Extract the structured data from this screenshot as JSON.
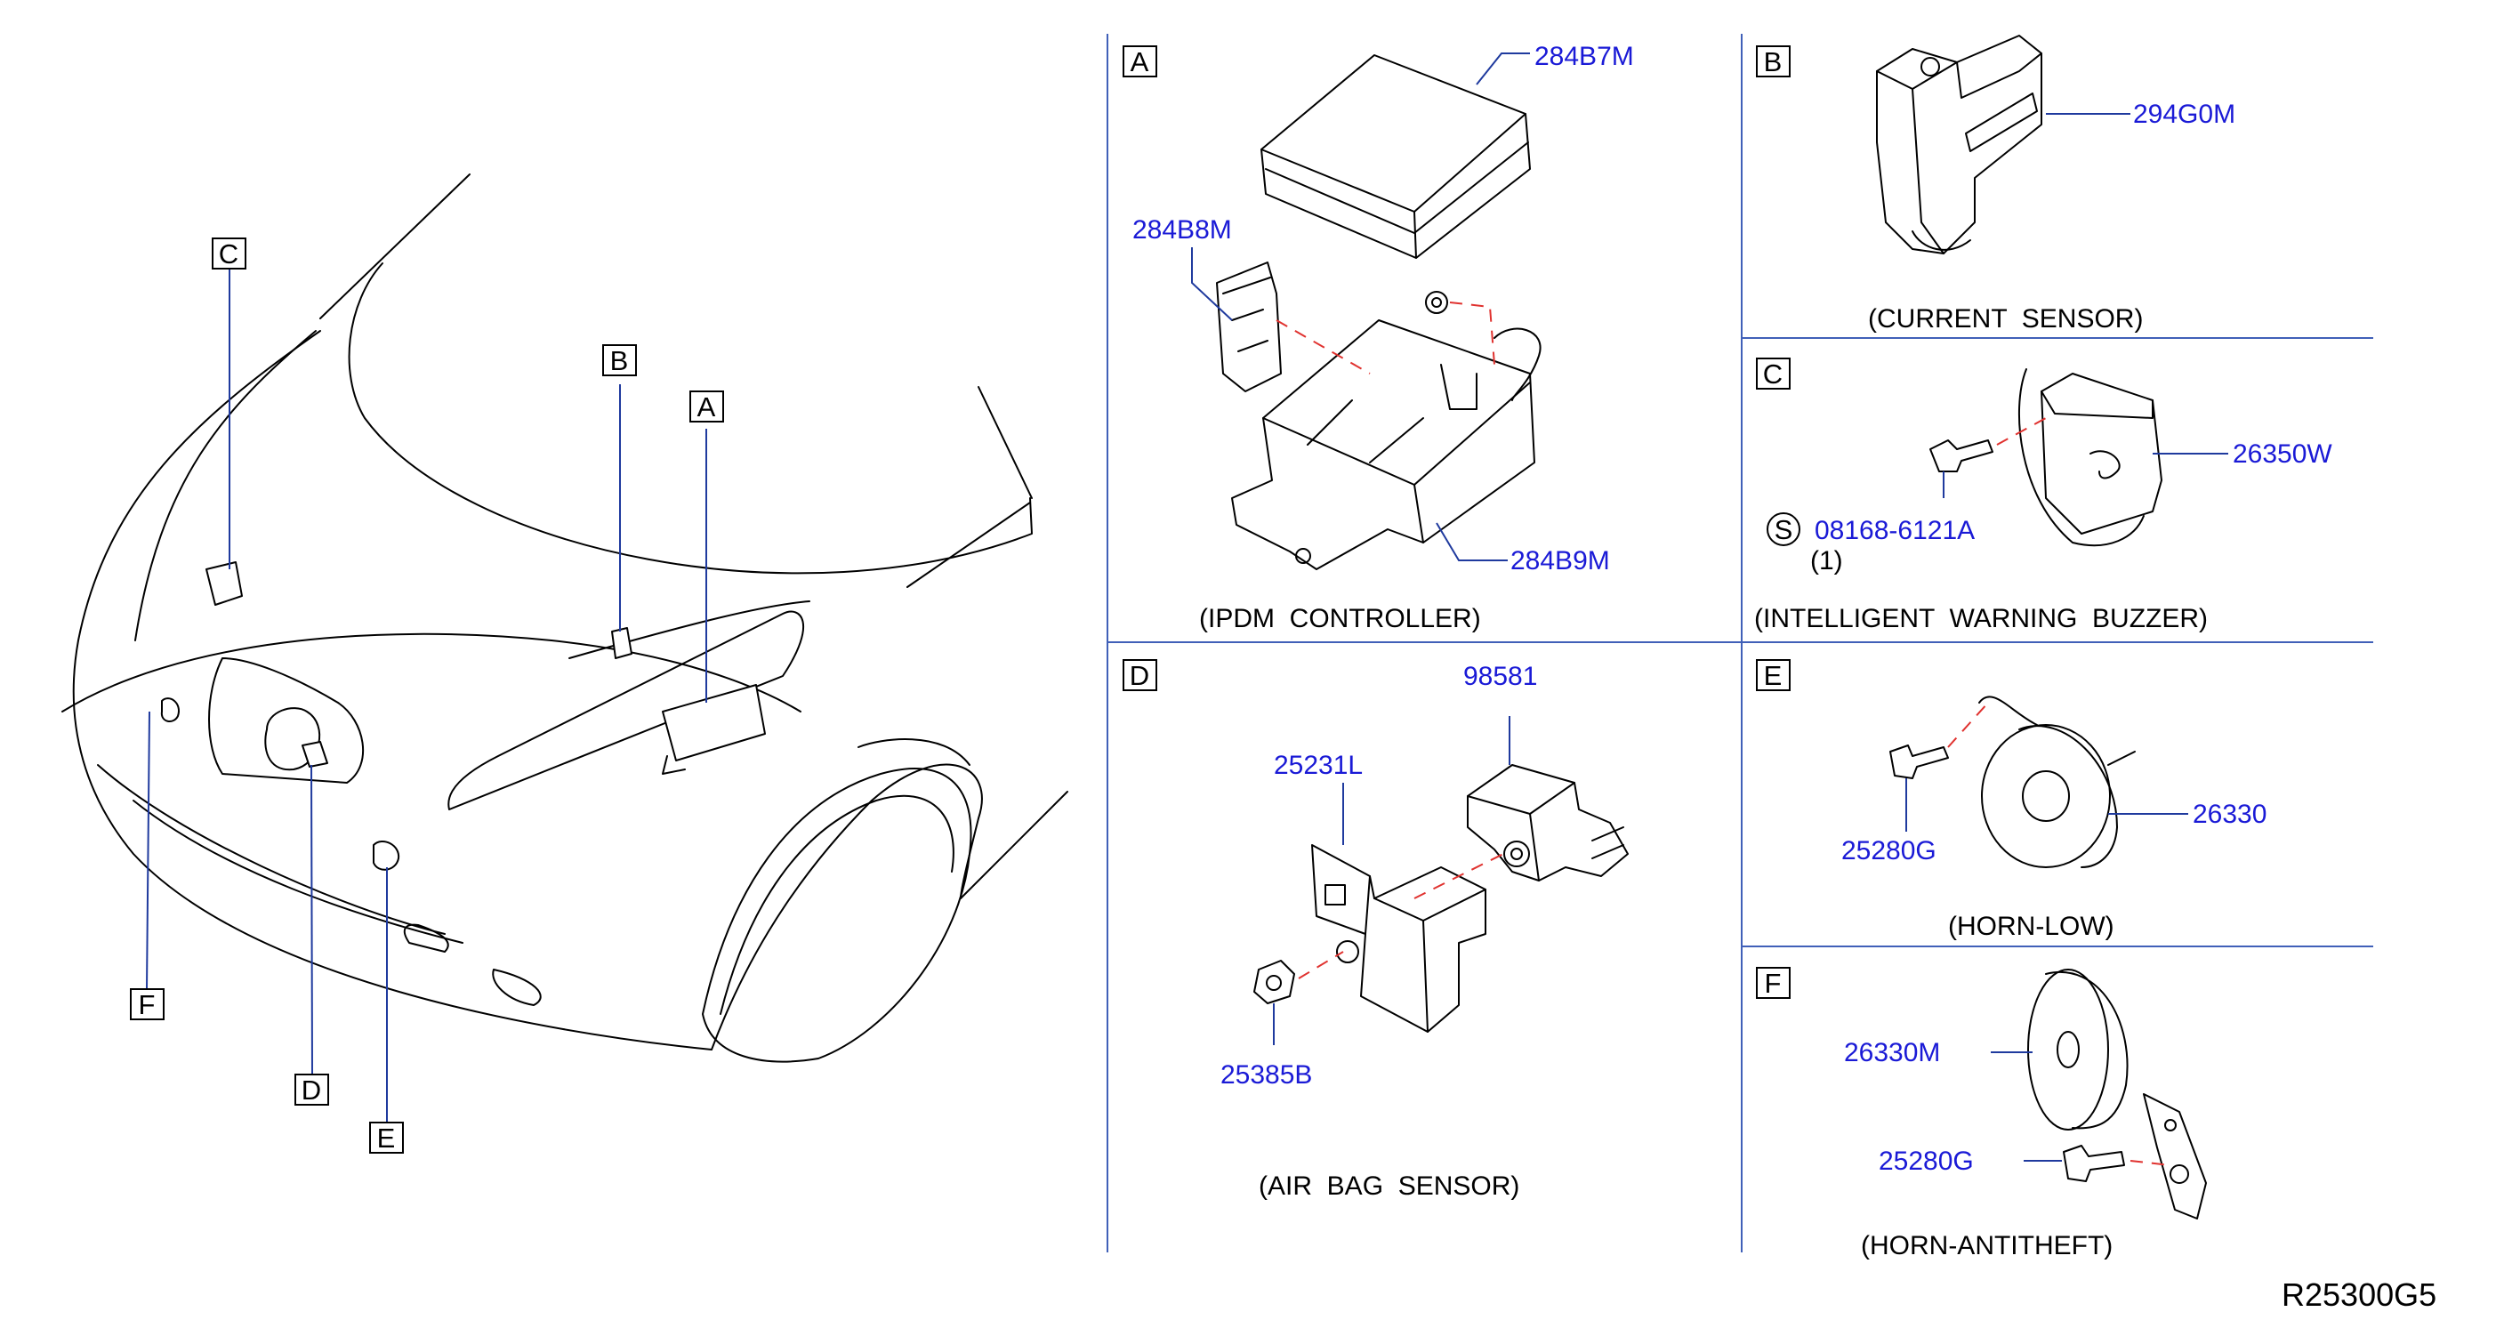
{
  "overview_callouts": [
    "C",
    "B",
    "A",
    "F",
    "D",
    "E"
  ],
  "sections": {
    "a": {
      "letter": "A",
      "caption": "(IPDM  CONTROLLER)",
      "parts": [
        "284B7M",
        "284B8M",
        "284B9M"
      ]
    },
    "b": {
      "letter": "B",
      "caption": "(CURRENT  SENSOR)",
      "parts": [
        "294G0M"
      ]
    },
    "c": {
      "letter": "C",
      "caption": "(INTELLIGENT  WARNING  BUZZER)",
      "parts": [
        "26350W",
        "08168-6121A"
      ],
      "s_symbol": "S",
      "qty": "(1)"
    },
    "d": {
      "letter": "D",
      "caption": "(AIR  BAG  SENSOR)",
      "parts": [
        "25231L",
        "25385B",
        "98581"
      ]
    },
    "e": {
      "letter": "E",
      "caption": "(HORN-LOW)",
      "parts": [
        "26330",
        "25280G"
      ]
    },
    "f": {
      "letter": "F",
      "caption": "(HORN-ANTITHEFT)",
      "parts": [
        "26330M",
        "25280G"
      ]
    }
  },
  "reference": "R25300G5",
  "colors": {
    "part_number": "#1a1ad6",
    "leader": "#1f3a9e",
    "guide_dash": "#e0322f"
  }
}
